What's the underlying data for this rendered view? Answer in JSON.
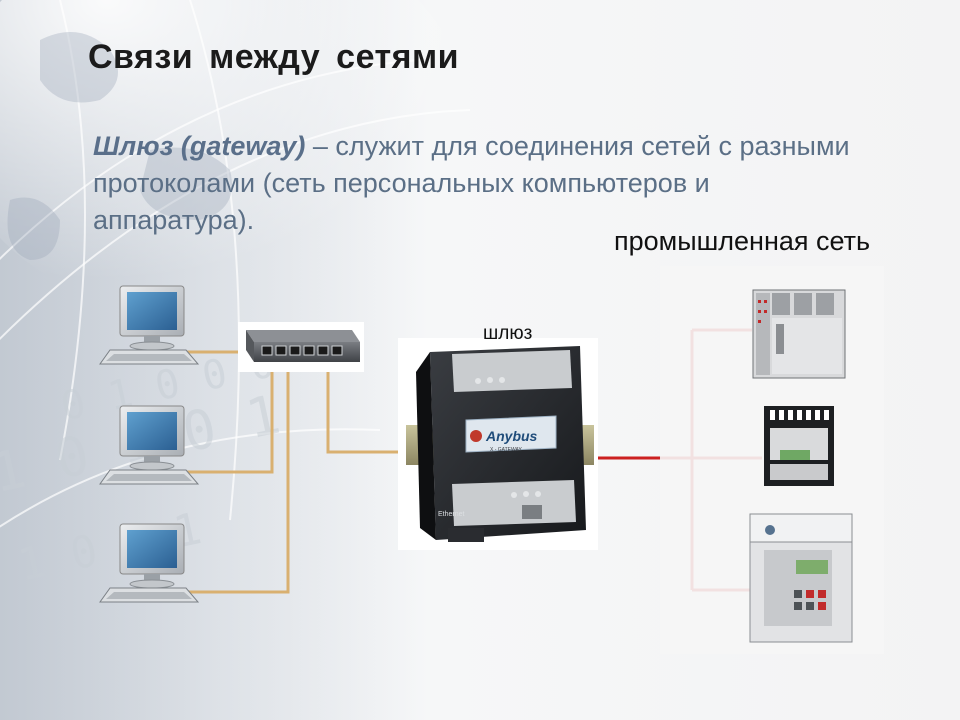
{
  "slide": {
    "title": "Связи  между  сетями",
    "definition": {
      "term": "Шлюз (gateway)",
      "rest": " – служит для соединения сетей с разными протоколами (сеть персональных компьютеров и аппаратура)."
    },
    "industrial_network_label": "промышленная сеть",
    "gateway_label": "шлюз",
    "gateway_device": {
      "brand": "Anybus",
      "subtitle": "X - GATEWAY",
      "port_label": "Ethernet"
    }
  },
  "colors": {
    "ethernet_cable": "#d9b070",
    "industrial_cable": "#cc2020",
    "definition_text": "#5b6f86"
  },
  "icons": [
    "pc-icon",
    "switch-icon",
    "gateway-device-icon",
    "plc-icon",
    "controller-icon",
    "cabinet-icon"
  ]
}
